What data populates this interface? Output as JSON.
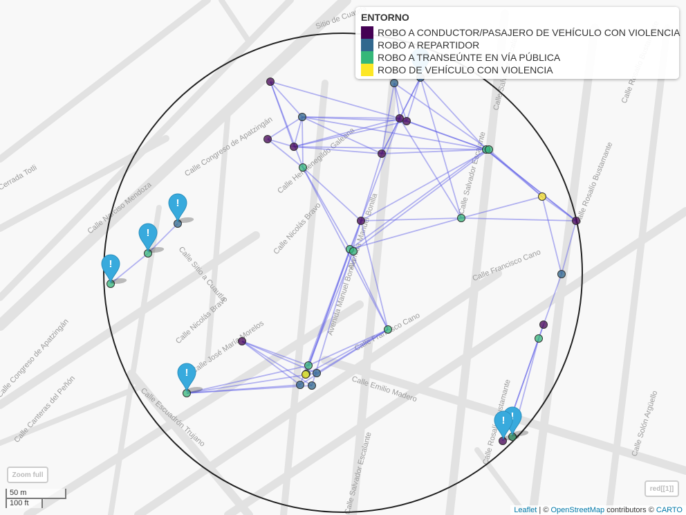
{
  "legend": {
    "title": "ENTORNO",
    "items": [
      {
        "label": "ROBO A CONDUCTOR/PASAJERO DE VEHÍCULO CON VIOLENCIA",
        "color": "#440154"
      },
      {
        "label": "ROBO A REPARTIDOR",
        "color": "#31688e"
      },
      {
        "label": "ROBO A TRANSEÚNTE EN VÍA PÚBLICA",
        "color": "#35b779"
      },
      {
        "label": "ROBO DE VEHÍCULO CON VIOLENCIA",
        "color": "#fde725"
      }
    ]
  },
  "streets": [
    "Calle Congreso de Apatzingán",
    "Calle Sitio a Cuautla",
    "Calle Narciso Mendoza",
    "Cerrada Totli",
    "Calle Hermenegildo Galeana",
    "Calle Nicolás Bravo",
    "Calle Nicolás Bravo",
    "Avenida Manuel Bonilla",
    "Avenida Manuel Bonilla",
    "Calle Francisco Cano",
    "Calle Francisco Cano",
    "Calle Salvador Escalante",
    "Calle Rosalío Bustamante",
    "Calle Rosalío Bustamante",
    "Calle Emilio Madero",
    "Calle José María Morelos",
    "Calle Escuadrón Trujano",
    "Calle Canteras del Peñón",
    "Calle Solón Argüello",
    "Calle Congreso de Apatzingán",
    "Sitio de Cuautla",
    "Calle Salvador Escalante",
    "Calle Salvador Escalante",
    "Calle Rosalío Bustamante"
  ],
  "controls": {
    "zoom_full_label": "Zoom full",
    "group_label": "red[[1]]"
  },
  "scale": {
    "metric": "50 m",
    "imperial": "100 ft"
  },
  "attribution": {
    "leaflet": "Leaflet",
    "sep1": " | © ",
    "osm": "OpenStreetMap",
    "contributors": " contributors © ",
    "carto": "CARTO"
  },
  "nodes": [
    {
      "cat": 0
    },
    {
      "cat": 1
    },
    {
      "cat": 1
    },
    {
      "cat": 0
    },
    {
      "cat": 0
    },
    {
      "cat": 1
    },
    {
      "cat": 0
    },
    {
      "cat": 0
    },
    {
      "cat": 0
    },
    {
      "cat": 2
    },
    {
      "cat": 2
    },
    {
      "cat": 0
    },
    {
      "cat": 2
    },
    {
      "cat": 3
    },
    {
      "cat": 0
    },
    {
      "cat": 2
    },
    {
      "cat": 2
    },
    {
      "cat": 1
    },
    {
      "cat": 0
    },
    {
      "cat": 2
    },
    {
      "cat": 2
    },
    {
      "cat": 0
    },
    {
      "cat": 2
    },
    {
      "cat": 2
    },
    {
      "cat": 3
    },
    {
      "cat": 1
    },
    {
      "cat": 1
    },
    {
      "cat": 1
    },
    {
      "cat": 2
    },
    {
      "cat": 2
    },
    {
      "cat": 2
    },
    {
      "cat": 1
    },
    {
      "cat": 2
    },
    {
      "cat": 0
    },
    {
      "cat": 2
    }
  ],
  "markers": [
    {
      "glyph": "!"
    },
    {
      "glyph": "!"
    },
    {
      "glyph": "!"
    },
    {
      "glyph": "!"
    },
    {
      "glyph": "!"
    },
    {
      "glyph": "!"
    },
    {
      "glyph": "!"
    }
  ]
}
